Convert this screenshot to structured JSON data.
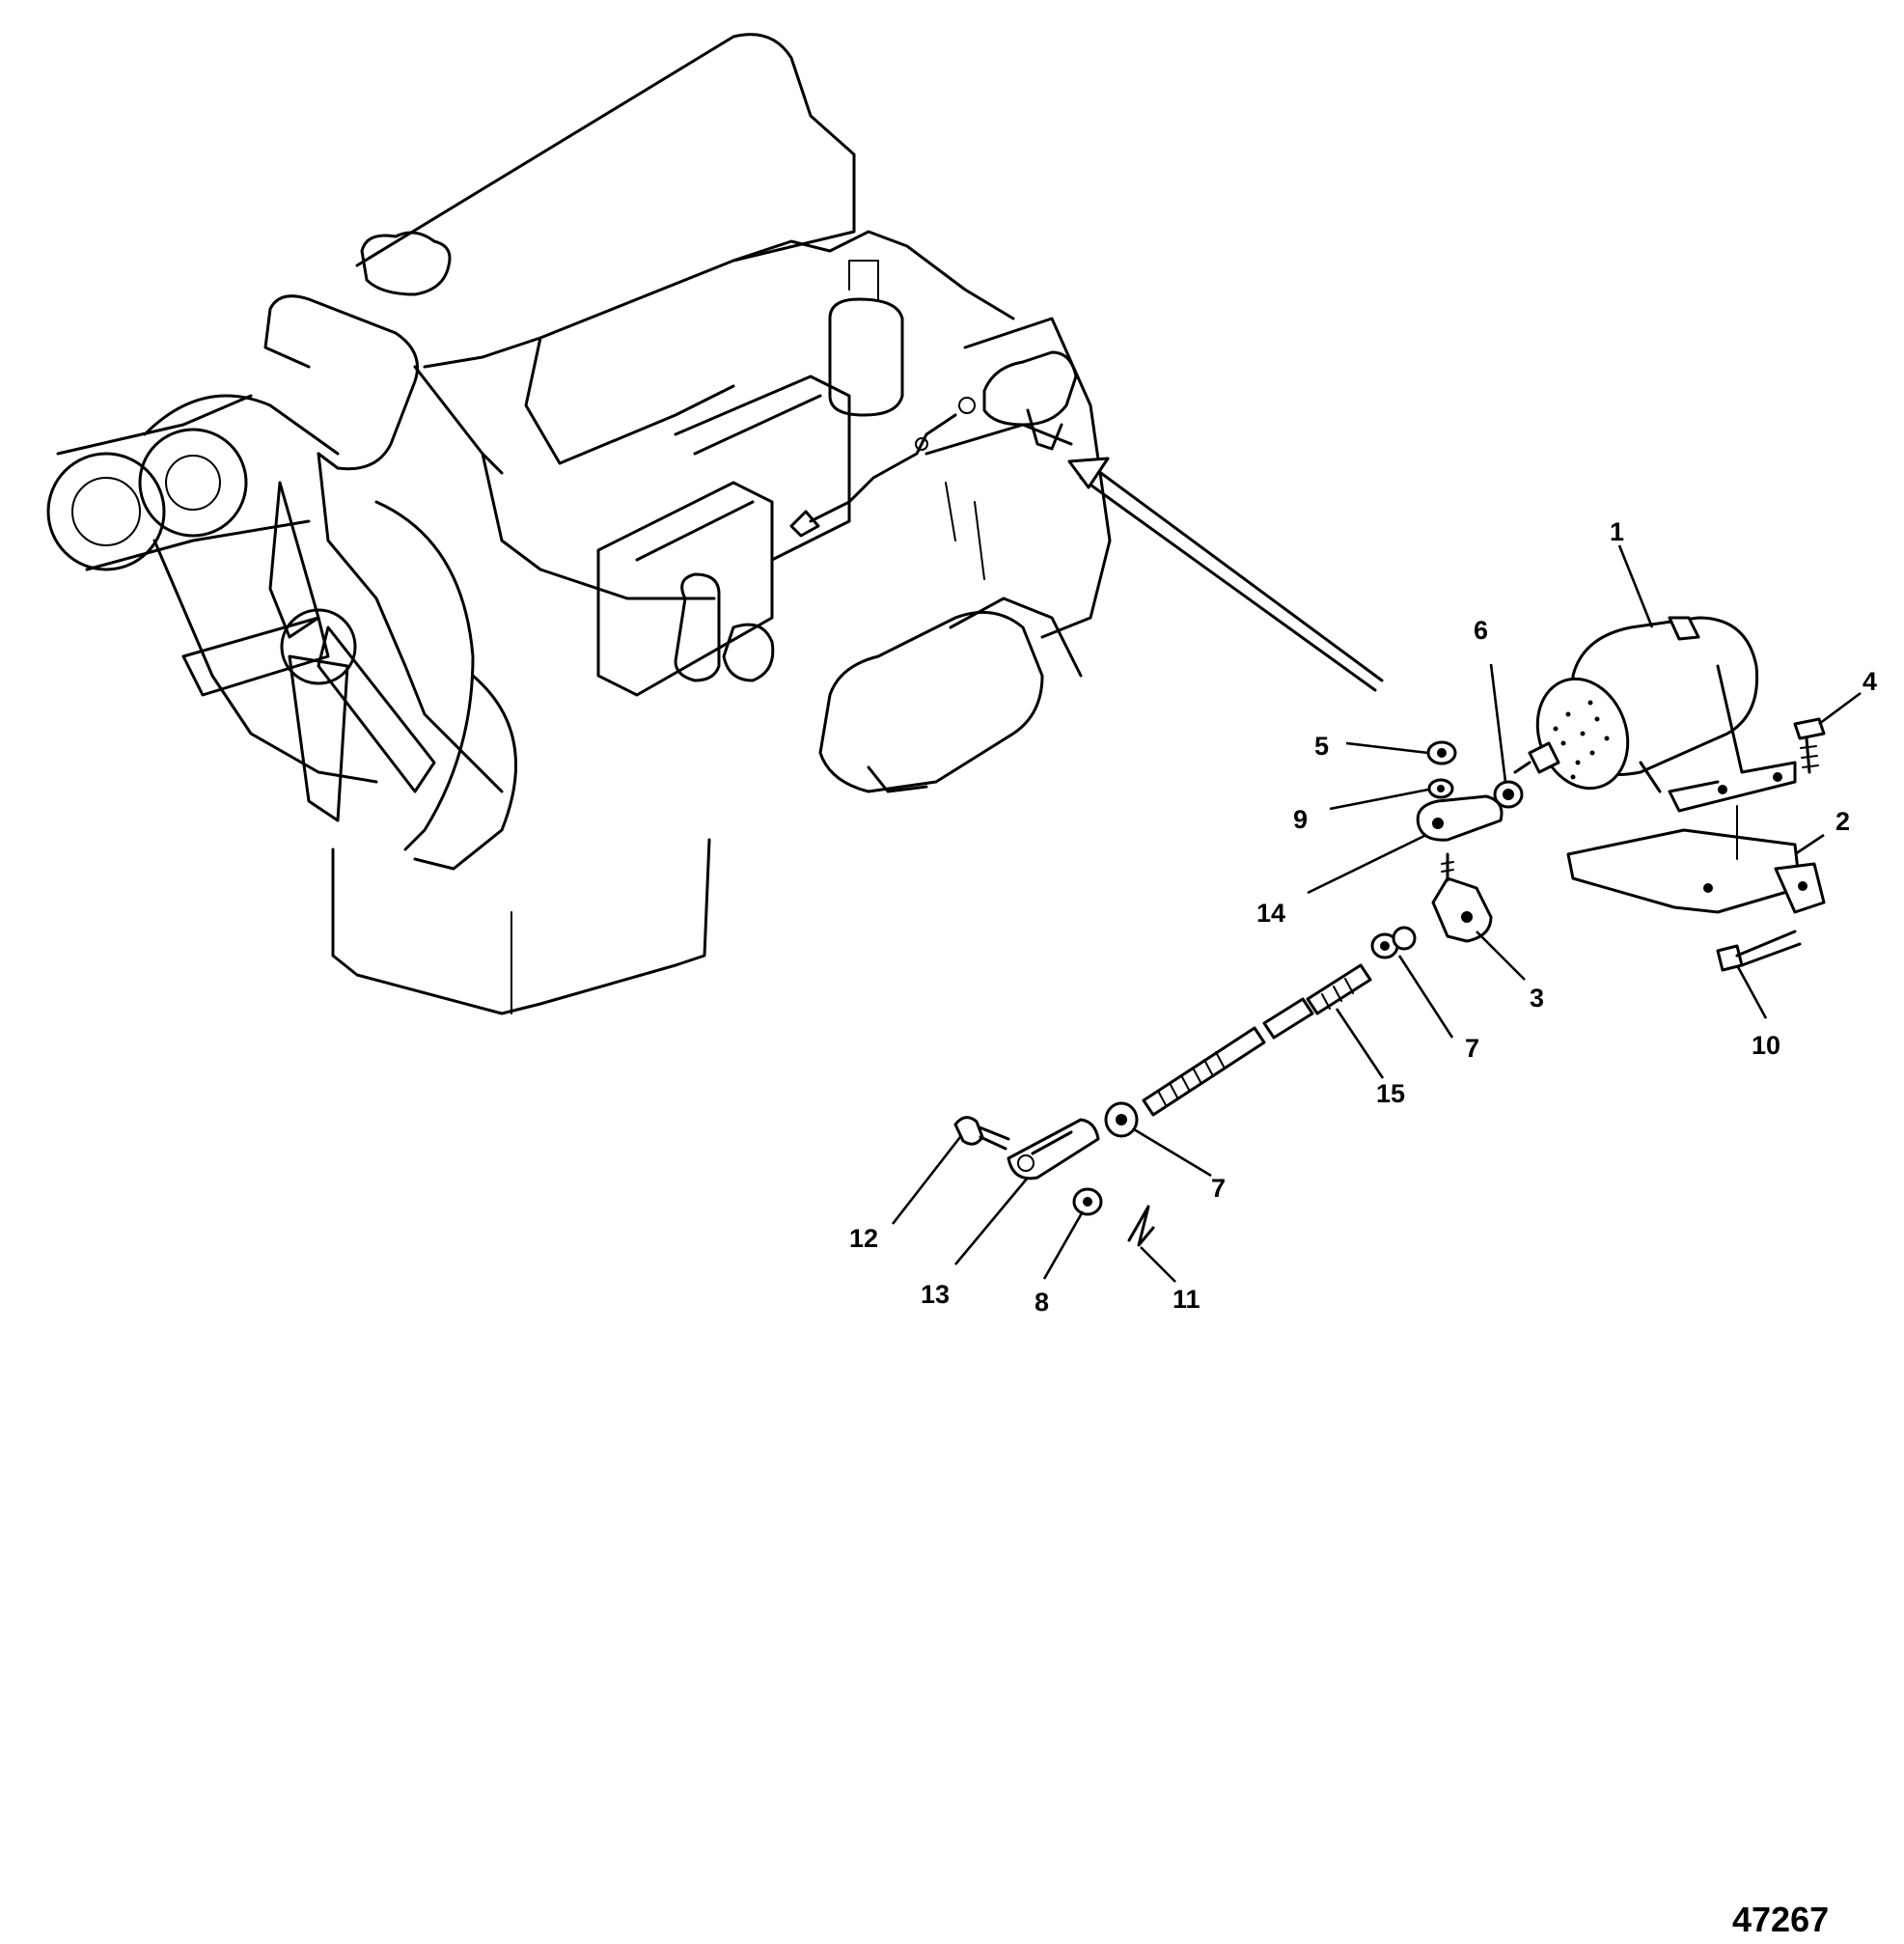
{
  "figure_number": "47267",
  "callouts": [
    {
      "id": "1",
      "label": "1"
    },
    {
      "id": "2",
      "label": "2"
    },
    {
      "id": "3",
      "label": "3"
    },
    {
      "id": "4",
      "label": "4"
    },
    {
      "id": "5",
      "label": "5"
    },
    {
      "id": "6",
      "label": "6"
    },
    {
      "id": "7a",
      "label": "7"
    },
    {
      "id": "7b",
      "label": "7"
    },
    {
      "id": "8",
      "label": "8"
    },
    {
      "id": "9",
      "label": "9"
    },
    {
      "id": "10",
      "label": "10"
    },
    {
      "id": "11",
      "label": "11"
    },
    {
      "id": "12",
      "label": "12"
    },
    {
      "id": "13",
      "label": "13"
    },
    {
      "id": "14",
      "label": "14"
    },
    {
      "id": "15",
      "label": "15"
    }
  ]
}
